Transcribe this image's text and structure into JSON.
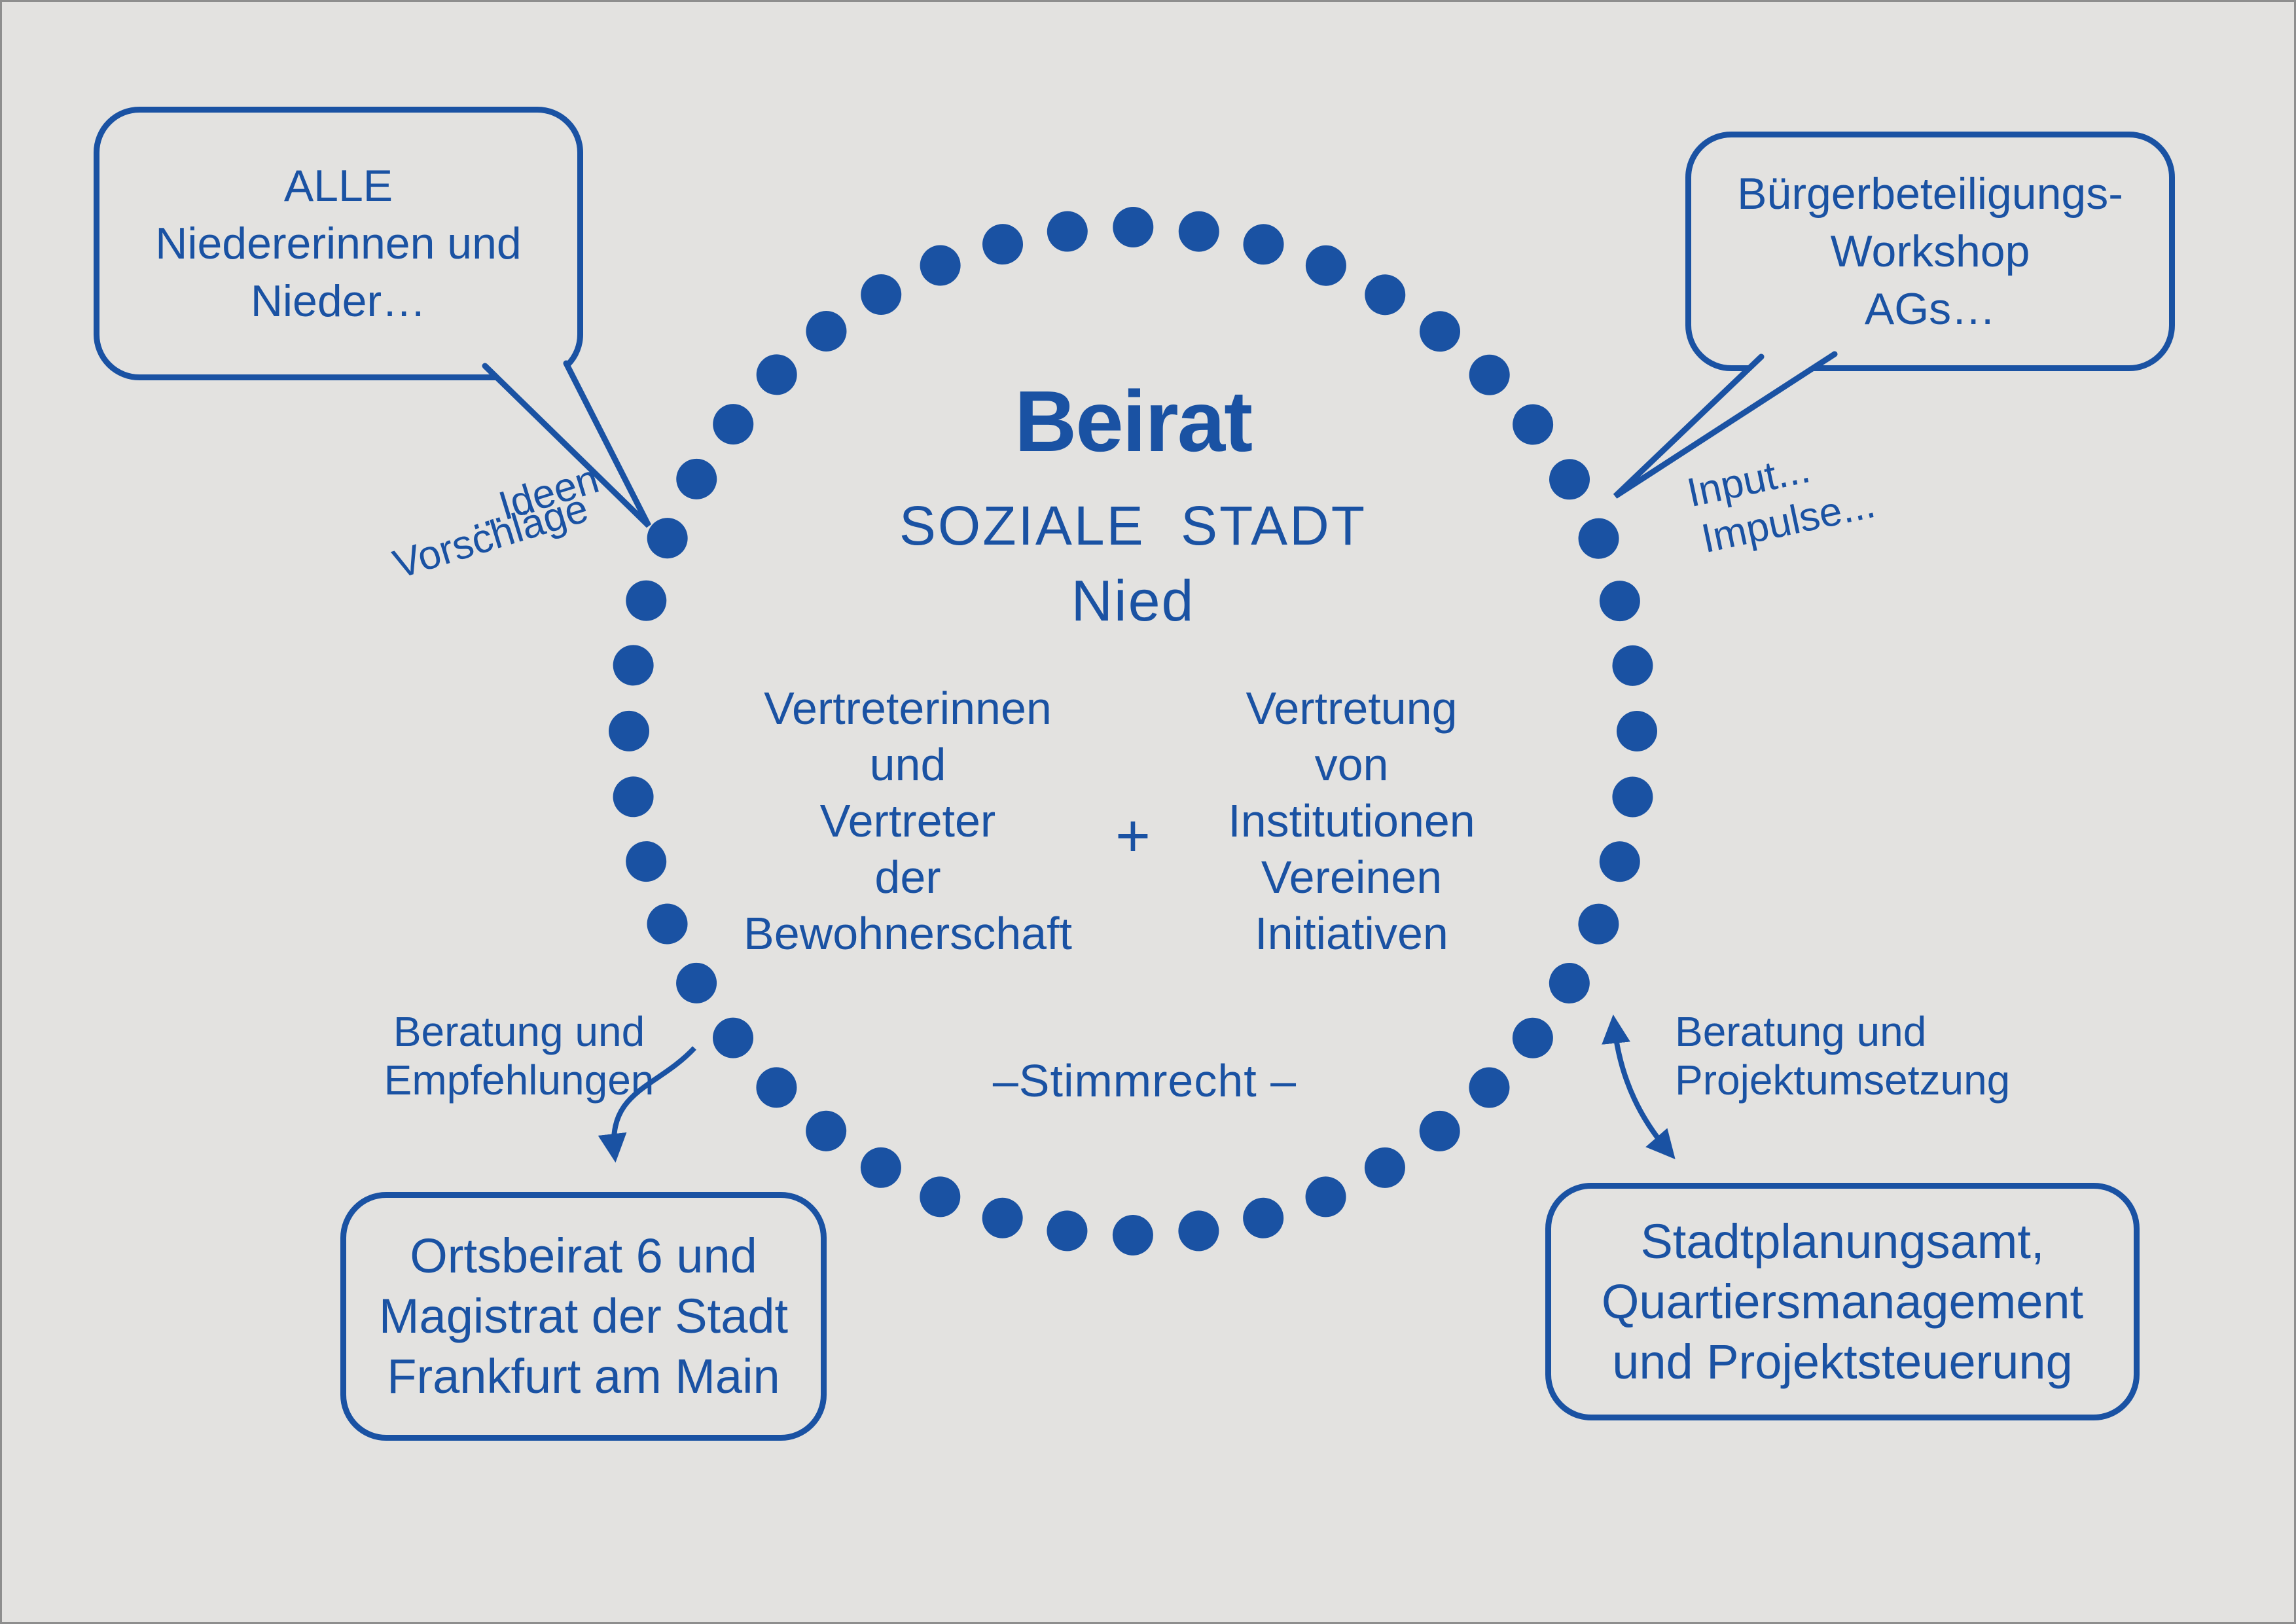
{
  "colors": {
    "blue": "#1a52a3",
    "background": "#e3e2e0"
  },
  "circle": {
    "title": "Beirat",
    "subtitle_line1": "SOZIALE STADT",
    "subtitle_line2": "Nied",
    "left_column": [
      "Vertreterinnen",
      "und",
      "Vertreter",
      "der",
      "Bewohnerschaft"
    ],
    "plus_sign": "+",
    "right_column": [
      "Vertretung",
      "von",
      "Institutionen",
      "Vereinen",
      "Initiativen"
    ],
    "voting_note": "–Stimmrecht  –"
  },
  "bubbles": {
    "top_left": {
      "lines": [
        "ALLE",
        "Niedererinnen und",
        "Nieder…"
      ]
    },
    "top_right": {
      "lines": [
        "Bürgerbeteiligungs-",
        "Workshop",
        "AGs…"
      ]
    },
    "bottom_left": {
      "lines": [
        "Ortsbeirat 6 und",
        "Magistrat der Stadt",
        "Frankfurt am Main"
      ]
    },
    "bottom_right": {
      "lines": [
        "Stadtplanungsamt,",
        "Quartiersmanagement",
        "und Projektsteuerung"
      ]
    }
  },
  "annotations": {
    "ideen": "...Ideen",
    "vorschlaege": "Vorschläge",
    "input": "Input...",
    "impulse": "Impulse...",
    "advice_left": {
      "lines": [
        "Beratung und",
        "Empfehlungen"
      ]
    },
    "advice_right": {
      "lines": [
        "Beratung und",
        "Projektumsetzung"
      ]
    }
  }
}
